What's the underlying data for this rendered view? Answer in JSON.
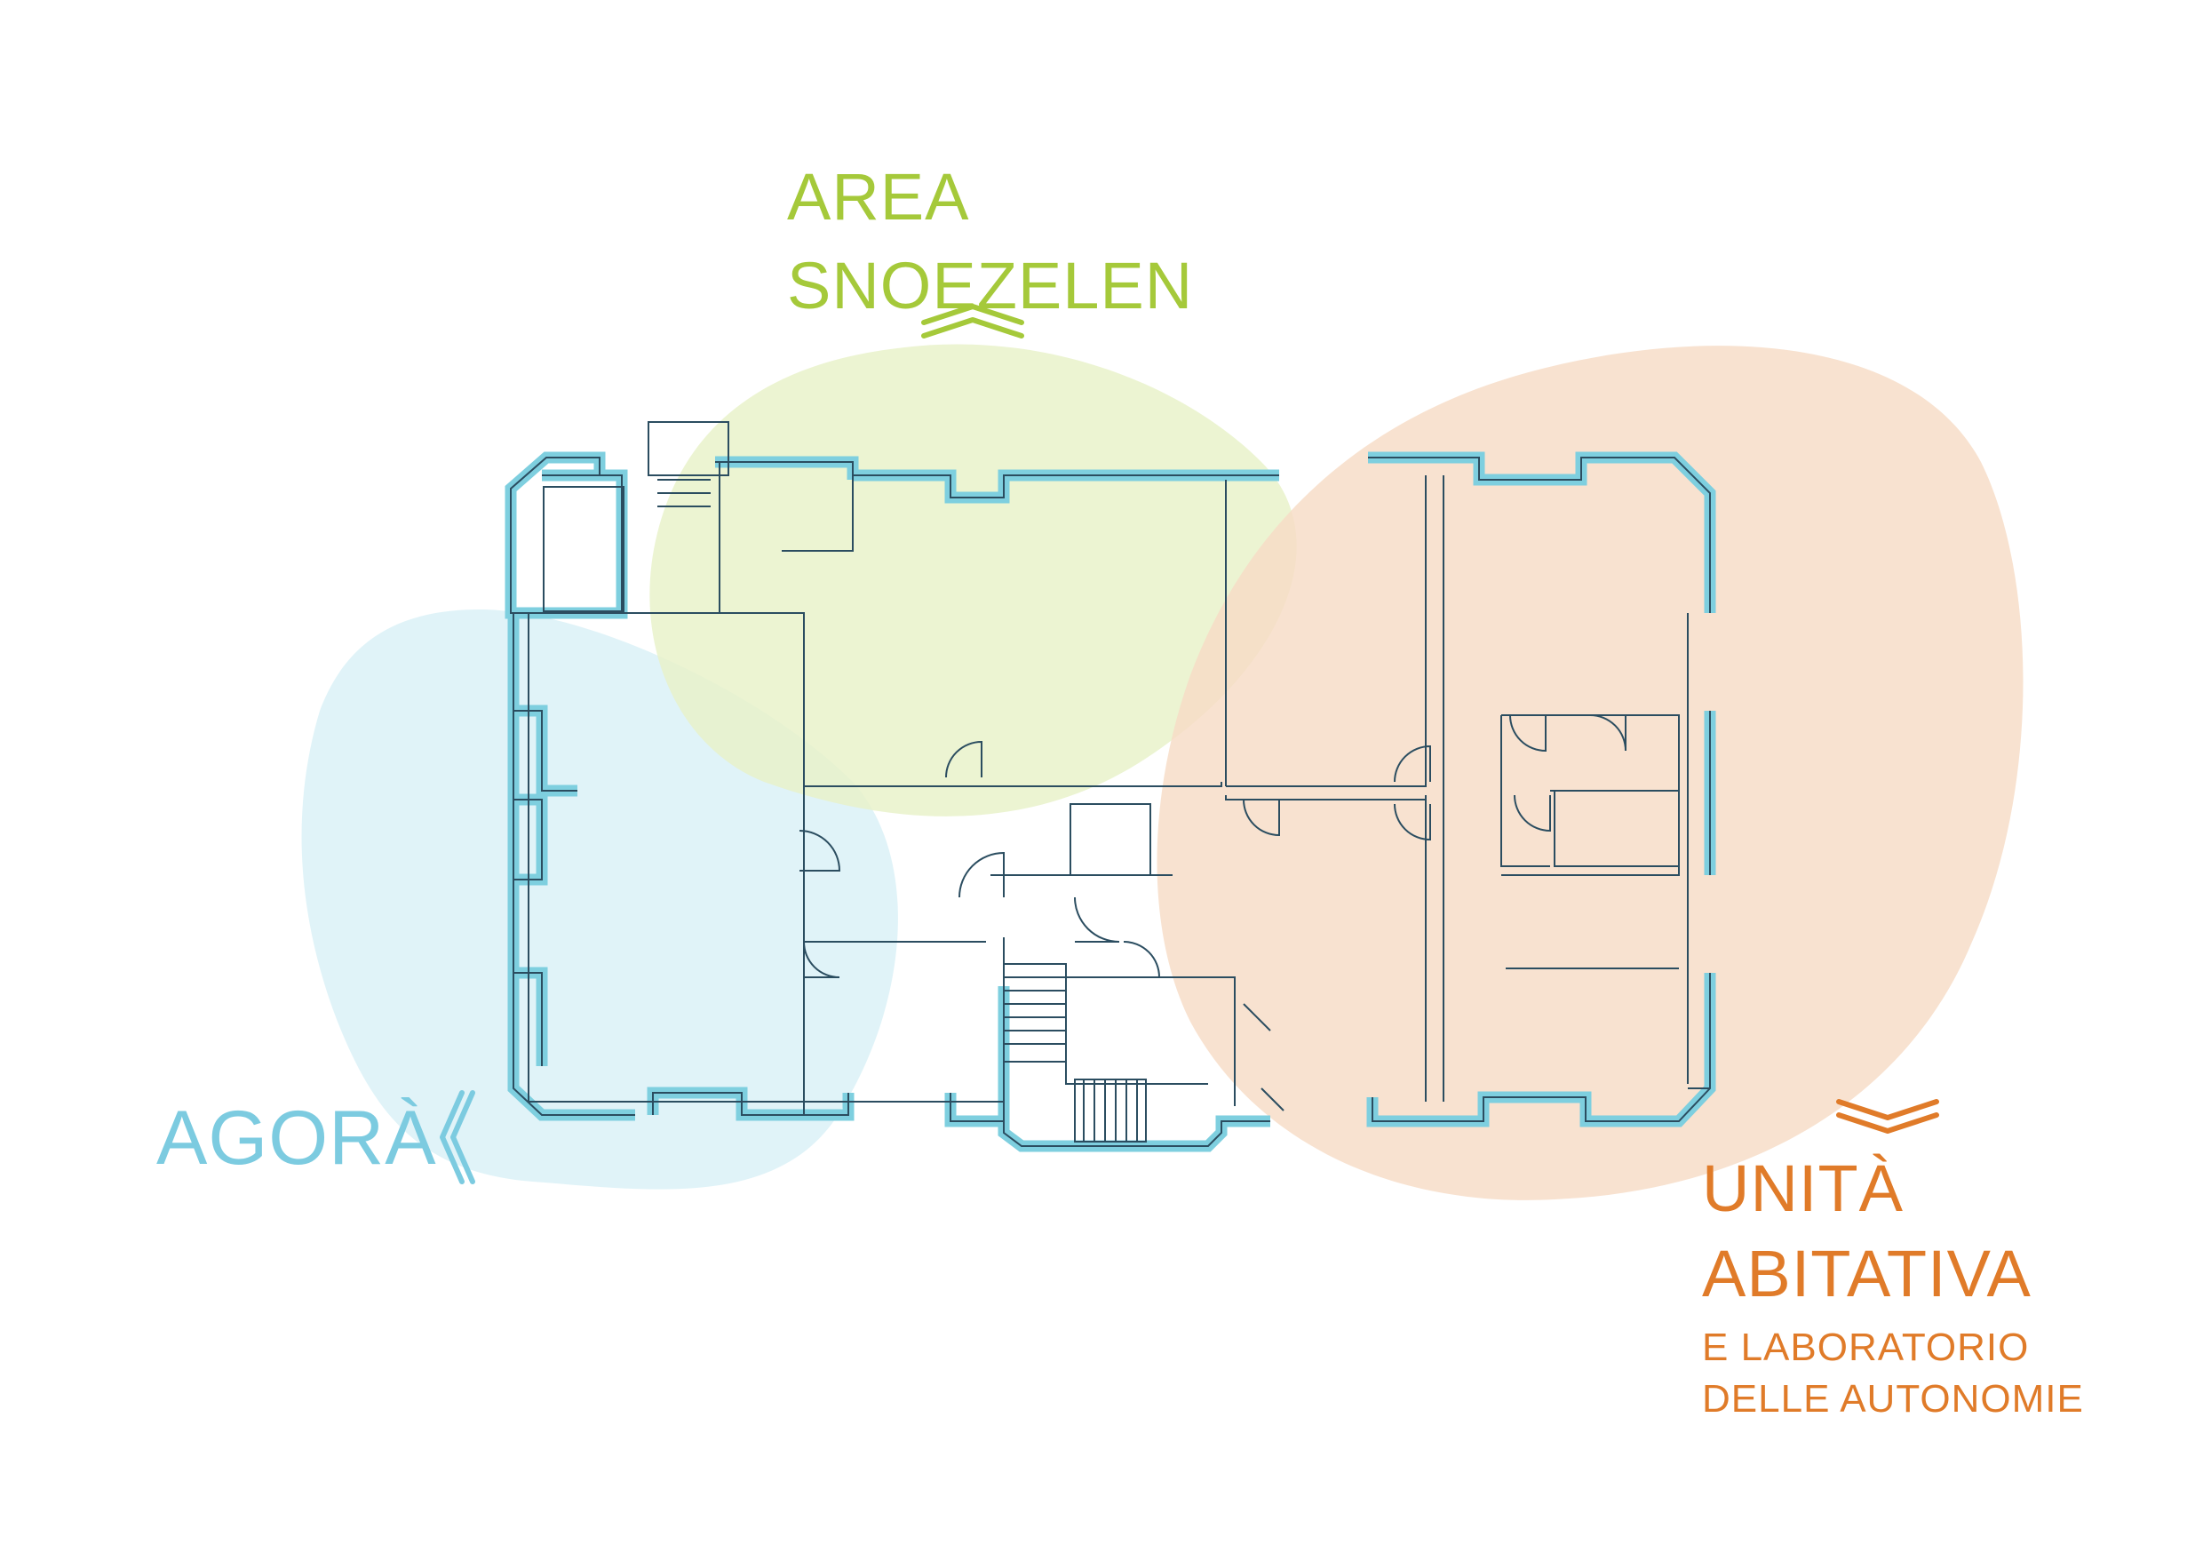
{
  "zones": {
    "snoezelen": {
      "line1": "AREA",
      "line2": "SNOEZELEN",
      "color": "#a5c93a",
      "fill": "#e8f2c8"
    },
    "agora": {
      "label": "AGORÀ",
      "color": "#7ccbe0",
      "fill": "#def2f8"
    },
    "unita": {
      "line1": "UNITÀ",
      "line2": "ABITATIVA",
      "sub1": "E LABORATORIO",
      "sub2": "DELLE AUTONOMIE",
      "color": "#e07b29",
      "fill": "#f7dcc6"
    }
  },
  "plan": {
    "wall_color": "#7ecfdf",
    "line_color": "#2b4d60"
  },
  "icons": {
    "snoezelen_arrow": "double-chevron-up-icon",
    "agora_arrow": "double-chevron-left-icon",
    "unita_arrow": "double-chevron-down-icon"
  }
}
